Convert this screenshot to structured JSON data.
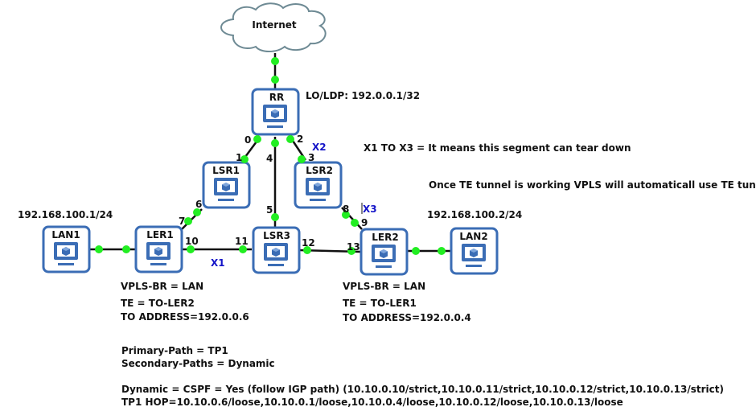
{
  "diagram": {
    "cloud": {
      "label": "Internet"
    },
    "nodes": [
      {
        "id": "RR",
        "label": "RR"
      },
      {
        "id": "LSR1",
        "label": "LSR1"
      },
      {
        "id": "LSR2",
        "label": "LSR2"
      },
      {
        "id": "LSR3",
        "label": "LSR3"
      },
      {
        "id": "LER1",
        "label": "LER1"
      },
      {
        "id": "LER2",
        "label": "LER2"
      },
      {
        "id": "LAN1",
        "label": "LAN1"
      },
      {
        "id": "LAN2",
        "label": "LAN2"
      }
    ],
    "links": [
      {
        "from": "Internet",
        "to": "RR"
      },
      {
        "from": "RR",
        "to": "LSR1",
        "ports": [
          "0",
          "1"
        ]
      },
      {
        "from": "RR",
        "to": "LSR3",
        "ports": [
          "4",
          "5"
        ]
      },
      {
        "from": "RR",
        "to": "LSR2",
        "ports": [
          "2",
          "3"
        ]
      },
      {
        "from": "LSR1",
        "to": "LER1",
        "ports": [
          "6",
          "7"
        ]
      },
      {
        "from": "LSR2",
        "to": "LER2",
        "ports": [
          "8",
          "9"
        ]
      },
      {
        "from": "LER1",
        "to": "LSR3",
        "ports": [
          "10",
          "11"
        ]
      },
      {
        "from": "LSR3",
        "to": "LER2",
        "ports": [
          "12",
          "13"
        ]
      },
      {
        "from": "LAN1",
        "to": "LER1"
      },
      {
        "from": "LER2",
        "to": "LAN2"
      }
    ],
    "port_labels": [
      "0",
      "1",
      "2",
      "3",
      "4",
      "5",
      "6",
      "7",
      "8",
      "9",
      "10",
      "11",
      "12",
      "13"
    ],
    "markers": {
      "x1": "X1",
      "x2": "X2",
      "x3": "X3"
    },
    "annotations": {
      "rr_lo": "LO/LDP: 192.0.0.1/32",
      "lan1_ip": "192.168.100.1/24",
      "lan2_ip": "192.168.100.2/24",
      "x1_to_x3": "X1 TO X3 = It means this segment can tear down",
      "te_note": "Once TE tunnel is working VPLS will automaticall use TE tunnel",
      "ler1_vpls": "VPLS-BR = LAN",
      "ler1_te": "TE = TO-LER2",
      "ler1_to": "TO ADDRESS=192.0.0.6",
      "ler2_vpls": "VPLS-BR = LAN",
      "ler2_te": "TE = TO-LER1",
      "ler2_to": "TO ADDRESS=192.0.0.4",
      "primary_path": "Primary-Path = TP1",
      "secondary_paths": "Secondary-Paths = Dynamic",
      "dynamic": "Dynamic = CSPF = Yes (follow IGP path) (10.10.0.10/strict,10.10.0.11/strict,10.10.0.12/strict,10.10.0.13/strict)",
      "tp1_hop": "TP1 HOP=10.10.0.6/loose,10.10.0.1/loose,10.10.0.4/loose,10.10.0.12/loose,10.10.0.13/loose"
    },
    "colors": {
      "node_border": "#3b6db5",
      "port_dot": "#22ee22",
      "link": "#111111",
      "marker": "#1414c8",
      "cloud_stroke": "#6e8a94"
    }
  }
}
